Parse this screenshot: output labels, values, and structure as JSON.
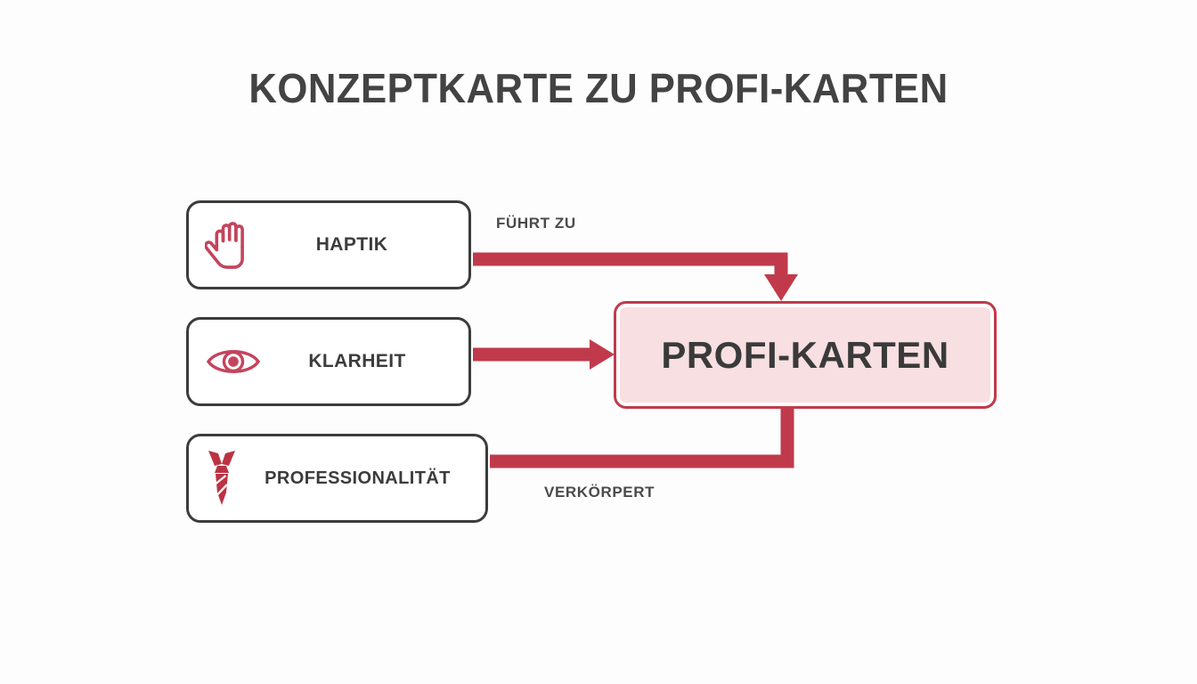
{
  "page": {
    "title": "KONZEPTKARTE ZU PROFI-KARTEN",
    "background_color": "#fdfdfd"
  },
  "colors": {
    "accent_red": "#c03a4c",
    "icon_red": "#c43a52",
    "text_dark": "#3c3c3c",
    "central_fill": "#f8dfe1",
    "box_border": "#3c3c3c"
  },
  "concepts": [
    {
      "id": "haptik",
      "label": "HAPTIK",
      "icon": "hand-icon"
    },
    {
      "id": "klarheit",
      "label": "KLARHEIT",
      "icon": "eye-icon"
    },
    {
      "id": "prof",
      "label": "PROFESSIONALITÄT",
      "icon": "necktie-icon"
    }
  ],
  "central": {
    "label": "PROFI-KARTEN"
  },
  "connectors": [
    {
      "id": "fuehrt-zu",
      "label": "FÜHRT ZU",
      "from": "HAPTIK",
      "to": "PROFI-KARTEN",
      "arrowhead": true
    },
    {
      "id": "klarheit-c",
      "label": "",
      "from": "KLARHEIT",
      "to": "PROFI-KARTEN",
      "arrowhead": true
    },
    {
      "id": "verkoerpert",
      "label": "VERKÖRPERT",
      "from": "PROFESSIONALITÄT",
      "to": "PROFI-KARTEN",
      "arrowhead": false
    }
  ]
}
